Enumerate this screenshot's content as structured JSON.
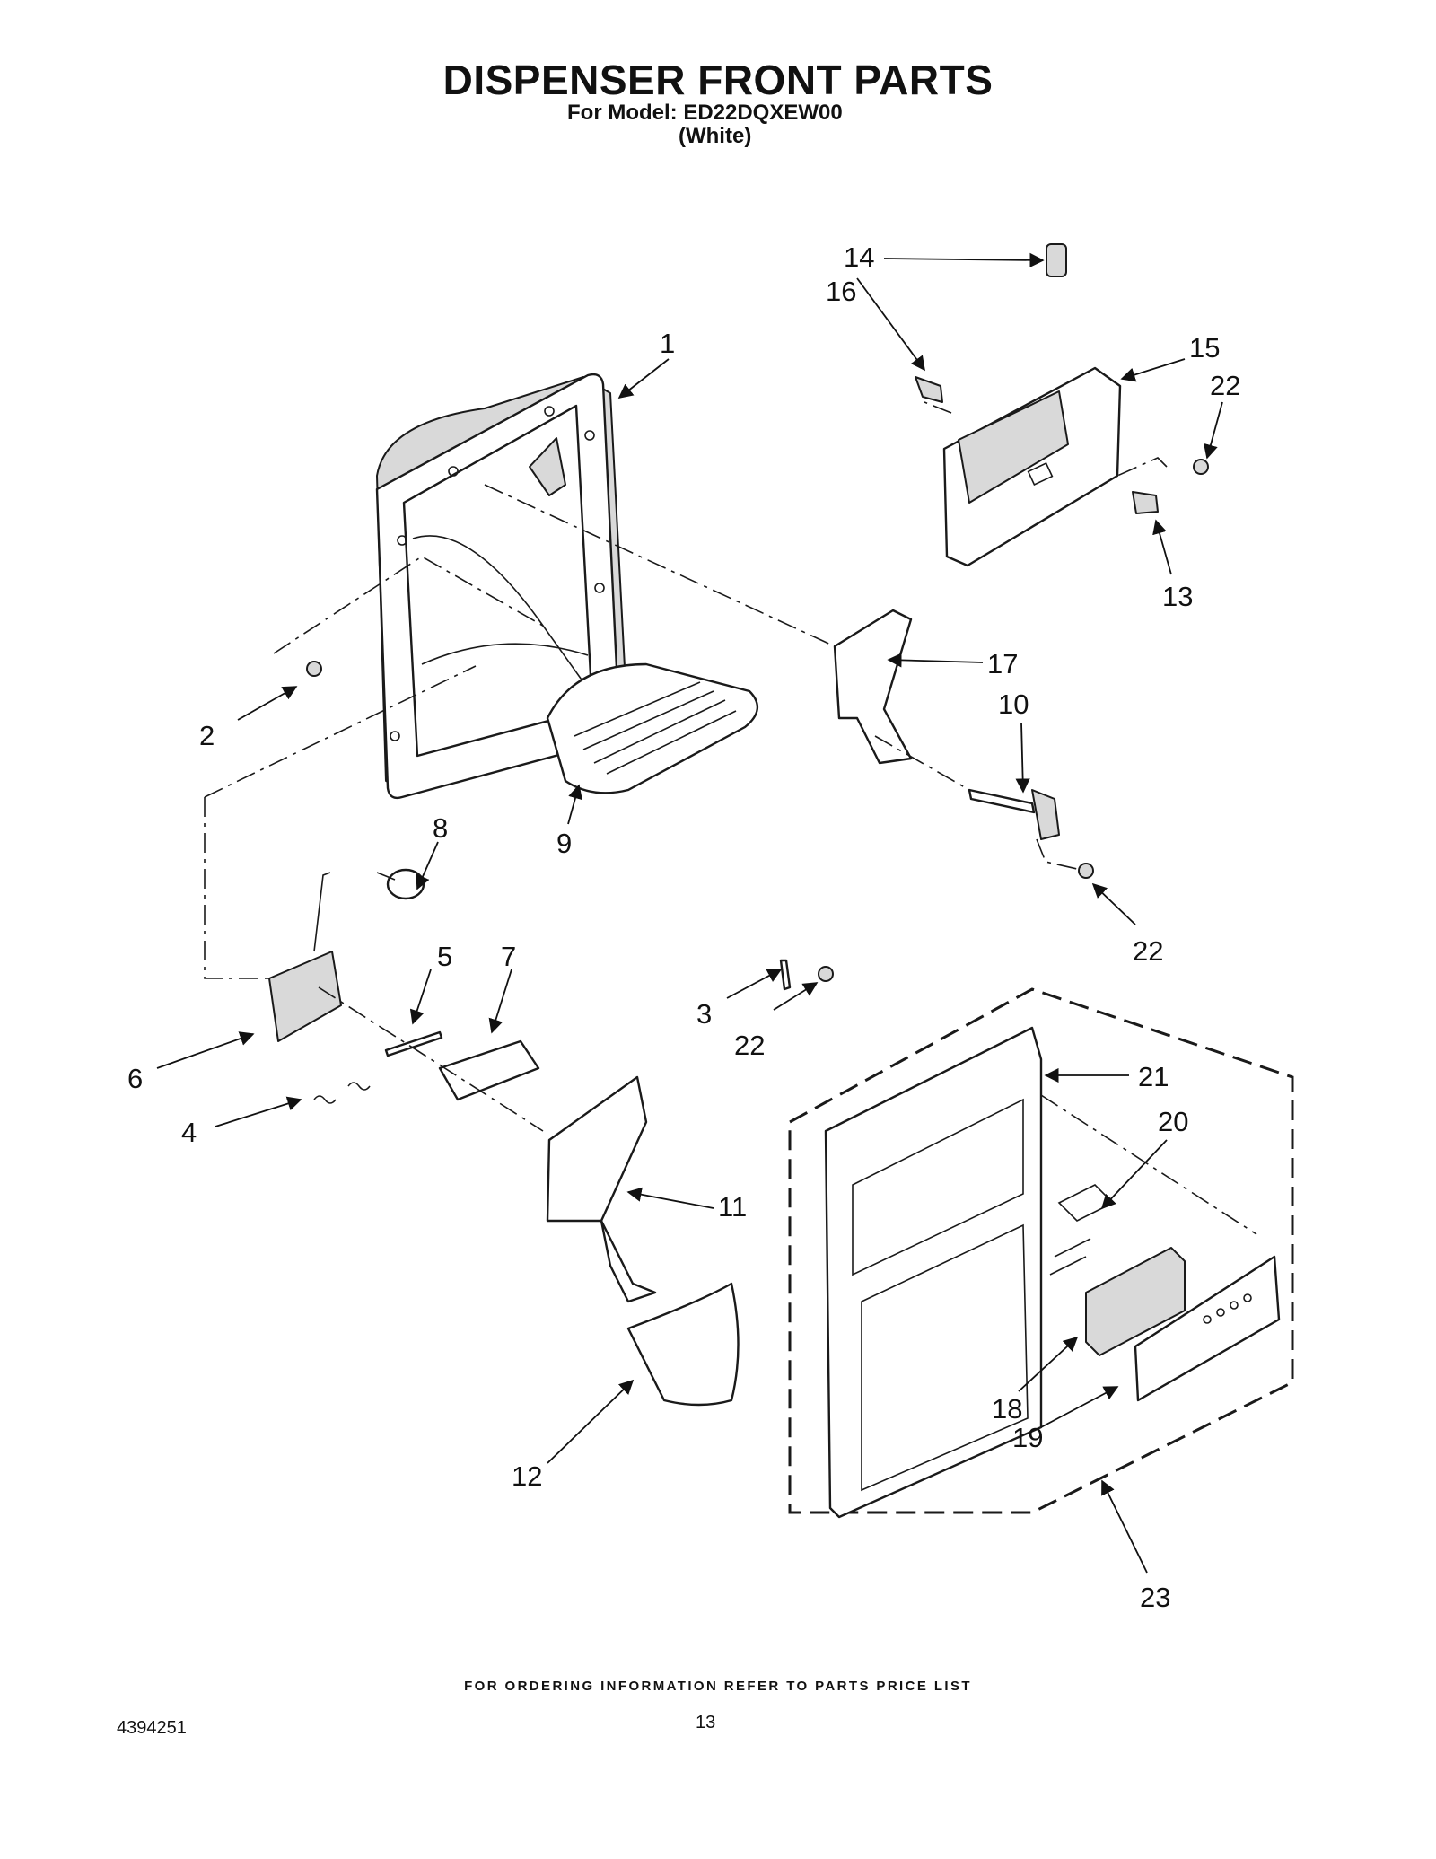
{
  "header": {
    "title": "DISPENSER FRONT PARTS",
    "model_line": "For Model: ED22DQXEW00",
    "color_line": "(White)"
  },
  "callouts": [
    {
      "id": "c1",
      "label": "1"
    },
    {
      "id": "c2",
      "label": "2"
    },
    {
      "id": "c3",
      "label": "3"
    },
    {
      "id": "c4",
      "label": "4"
    },
    {
      "id": "c5",
      "label": "5"
    },
    {
      "id": "c6",
      "label": "6"
    },
    {
      "id": "c7",
      "label": "7"
    },
    {
      "id": "c8",
      "label": "8"
    },
    {
      "id": "c9",
      "label": "9"
    },
    {
      "id": "c10",
      "label": "10"
    },
    {
      "id": "c11",
      "label": "11"
    },
    {
      "id": "c12",
      "label": "12"
    },
    {
      "id": "c13",
      "label": "13"
    },
    {
      "id": "c14",
      "label": "14"
    },
    {
      "id": "c15",
      "label": "15"
    },
    {
      "id": "c16",
      "label": "16"
    },
    {
      "id": "c17",
      "label": "17"
    },
    {
      "id": "c18",
      "label": "18"
    },
    {
      "id": "c19",
      "label": "19"
    },
    {
      "id": "c20",
      "label": "20"
    },
    {
      "id": "c21",
      "label": "21"
    },
    {
      "id": "c22a",
      "label": "22"
    },
    {
      "id": "c22b",
      "label": "22"
    },
    {
      "id": "c22c",
      "label": "22"
    },
    {
      "id": "c23",
      "label": "23"
    }
  ],
  "footer": {
    "ordering_note": "FOR ORDERING INFORMATION REFER TO PARTS PRICE LIST",
    "document_number": "4394251",
    "page_number": "13"
  }
}
